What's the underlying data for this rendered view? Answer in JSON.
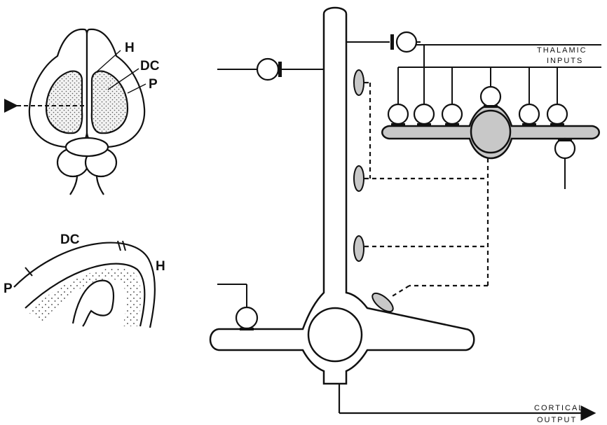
{
  "brain_top_view": {
    "labels": {
      "h": "H",
      "dc": "DC",
      "p": "P"
    }
  },
  "cortex_section": {
    "labels": {
      "dc": "DC",
      "h": "H",
      "p": "P"
    }
  },
  "neuron_diagram": {
    "labels": {
      "thalamic_line1": "THALAMIC",
      "thalamic_line2": "INPUTS",
      "cortical_line1": "CORTICAL",
      "cortical_line2": "OUTPUT"
    }
  },
  "colors": {
    "ink": "#111111",
    "fill_gray": "#c8c8c8",
    "stipple": "#444444"
  }
}
